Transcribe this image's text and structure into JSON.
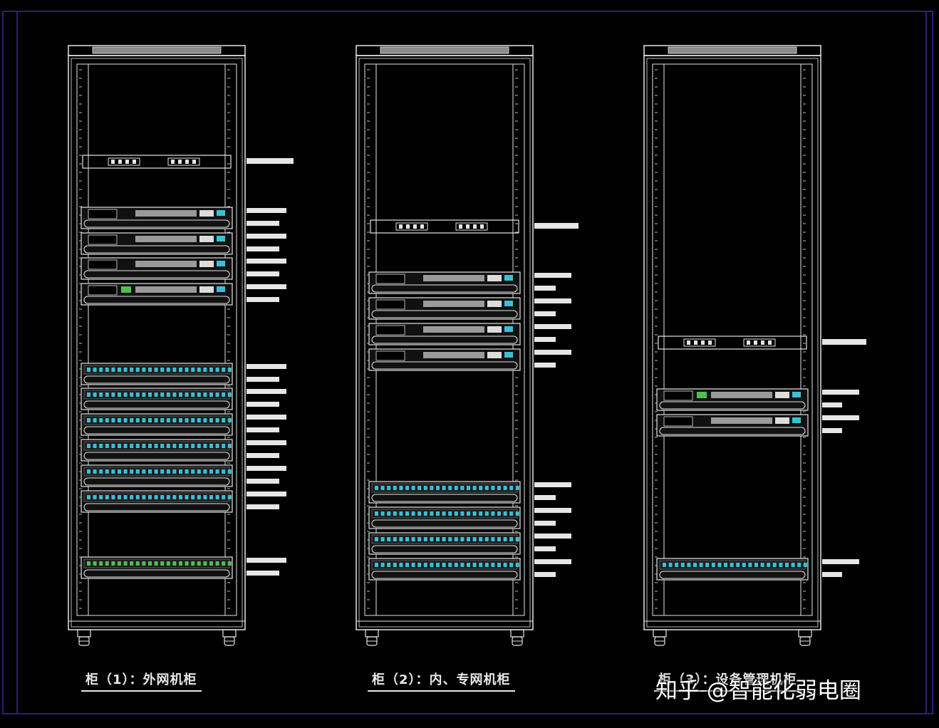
{
  "colors": {
    "background": "#000000",
    "frame": "#2b1f7a",
    "line": "#e6e6e6",
    "panel_cyan": "#38c0d8",
    "panel_green": "#4fbf4f",
    "panel_grey": "#9a9a9a"
  },
  "racks": [
    {
      "id": "rack-1",
      "caption": "柜（1）：外网机柜",
      "devices": [
        {
          "kind": "power-strip",
          "label_lines": 1
        },
        {
          "kind": "switch",
          "label_lines": 2
        },
        {
          "kind": "switch",
          "label_lines": 2
        },
        {
          "kind": "switch",
          "label_lines": 2
        },
        {
          "kind": "switch-green",
          "label_lines": 2
        },
        {
          "kind": "patch-cyan",
          "label_lines": 2
        },
        {
          "kind": "patch-cyan",
          "label_lines": 2
        },
        {
          "kind": "patch-cyan",
          "label_lines": 2
        },
        {
          "kind": "patch-cyan",
          "label_lines": 2
        },
        {
          "kind": "patch-cyan",
          "label_lines": 2
        },
        {
          "kind": "patch-cyan",
          "label_lines": 2
        },
        {
          "kind": "patch-green",
          "label_lines": 2
        }
      ]
    },
    {
      "id": "rack-2",
      "caption": "柜（2）：内、专网机柜",
      "devices": [
        {
          "kind": "power-strip",
          "label_lines": 1
        },
        {
          "kind": "switch",
          "label_lines": 2
        },
        {
          "kind": "switch",
          "label_lines": 2
        },
        {
          "kind": "switch",
          "label_lines": 2
        },
        {
          "kind": "switch",
          "label_lines": 2
        },
        {
          "kind": "patch-cyan",
          "label_lines": 2
        },
        {
          "kind": "patch-cyan",
          "label_lines": 2
        },
        {
          "kind": "patch-cyan",
          "label_lines": 2
        },
        {
          "kind": "patch-cyan",
          "label_lines": 2
        }
      ]
    },
    {
      "id": "rack-3",
      "caption": "柜（3）：设备管理机柜",
      "devices": [
        {
          "kind": "power-strip",
          "label_lines": 1
        },
        {
          "kind": "switch-green",
          "label_lines": 2
        },
        {
          "kind": "switch",
          "label_lines": 2
        },
        {
          "kind": "patch-cyan",
          "label_lines": 2
        }
      ]
    }
  ],
  "watermark": "知乎 @智能化弱电圈"
}
